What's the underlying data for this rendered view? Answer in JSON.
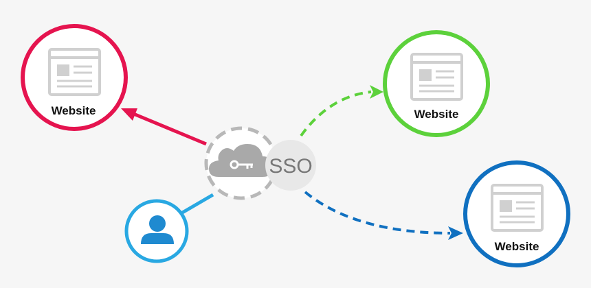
{
  "colors": {
    "background": "#f6f6f6",
    "red": "#e5144f",
    "green": "#5cd13b",
    "blue": "#1070c0",
    "user_blue": "#29a8e2",
    "gray": "#b8b8b8",
    "icon_gray": "#d0d0d0"
  },
  "hub": {
    "label": "SSO",
    "icons": [
      "cloud-icon",
      "key-icon"
    ]
  },
  "user": {
    "icon": "user-icon"
  },
  "websites": [
    {
      "id": "red",
      "label": "Website",
      "icon": "browser-window-icon",
      "color": "#e5144f",
      "link": "solid-arrow"
    },
    {
      "id": "green",
      "label": "Website",
      "icon": "browser-window-icon",
      "color": "#5cd13b",
      "link": "dashed-arrow"
    },
    {
      "id": "blue",
      "label": "Website",
      "icon": "browser-window-icon",
      "color": "#1070c0",
      "link": "dashed-arrow"
    }
  ]
}
